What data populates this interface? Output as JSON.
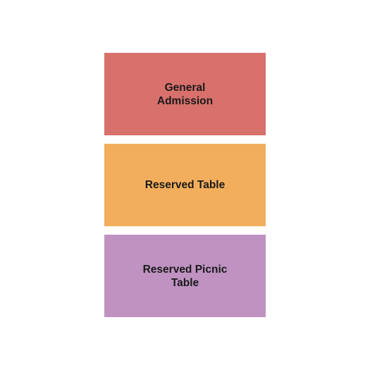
{
  "sections": [
    {
      "label": "General\nAdmission",
      "color": "#d8706c"
    },
    {
      "label": "Reserved Table",
      "color": "#f2ae5c"
    },
    {
      "label": "Reserved Picnic\nTable",
      "color": "#bf92c2"
    }
  ]
}
